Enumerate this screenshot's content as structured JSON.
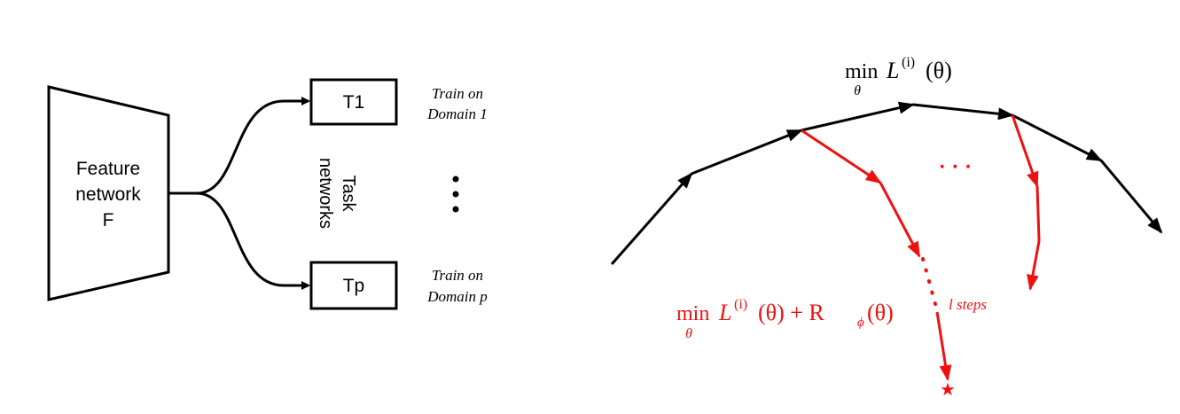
{
  "left_panel": {
    "feature_network": {
      "line1": "Feature",
      "line2": "network",
      "line3": "F"
    },
    "task_networks_label": {
      "line1": "Task",
      "line2": "networks"
    },
    "task_nodes": [
      {
        "label": "T1",
        "caption_line1": "Train on",
        "caption_line2": "Domain 1"
      },
      {
        "label": "Tp",
        "caption_line1": "Train on",
        "caption_line2": "Domain p"
      }
    ],
    "vertical_ellipsis": "⋮"
  },
  "right_panel": {
    "top_objective": {
      "op": "min",
      "sub": "θ",
      "expr": "L",
      "sup": "(i)",
      "arg": "(θ)"
    },
    "red_objective": {
      "op": "min",
      "sub": "θ",
      "expr": "L",
      "sup": "(i)",
      "arg": "(θ) + R",
      "reg_sub": "ϕ",
      "reg_arg": "(θ)"
    },
    "horizontal_ellipsis": "· · ·",
    "steps_label": "l steps",
    "star": "★",
    "colors": {
      "main_path": "#000000",
      "meta_path": "#ee1111"
    }
  }
}
